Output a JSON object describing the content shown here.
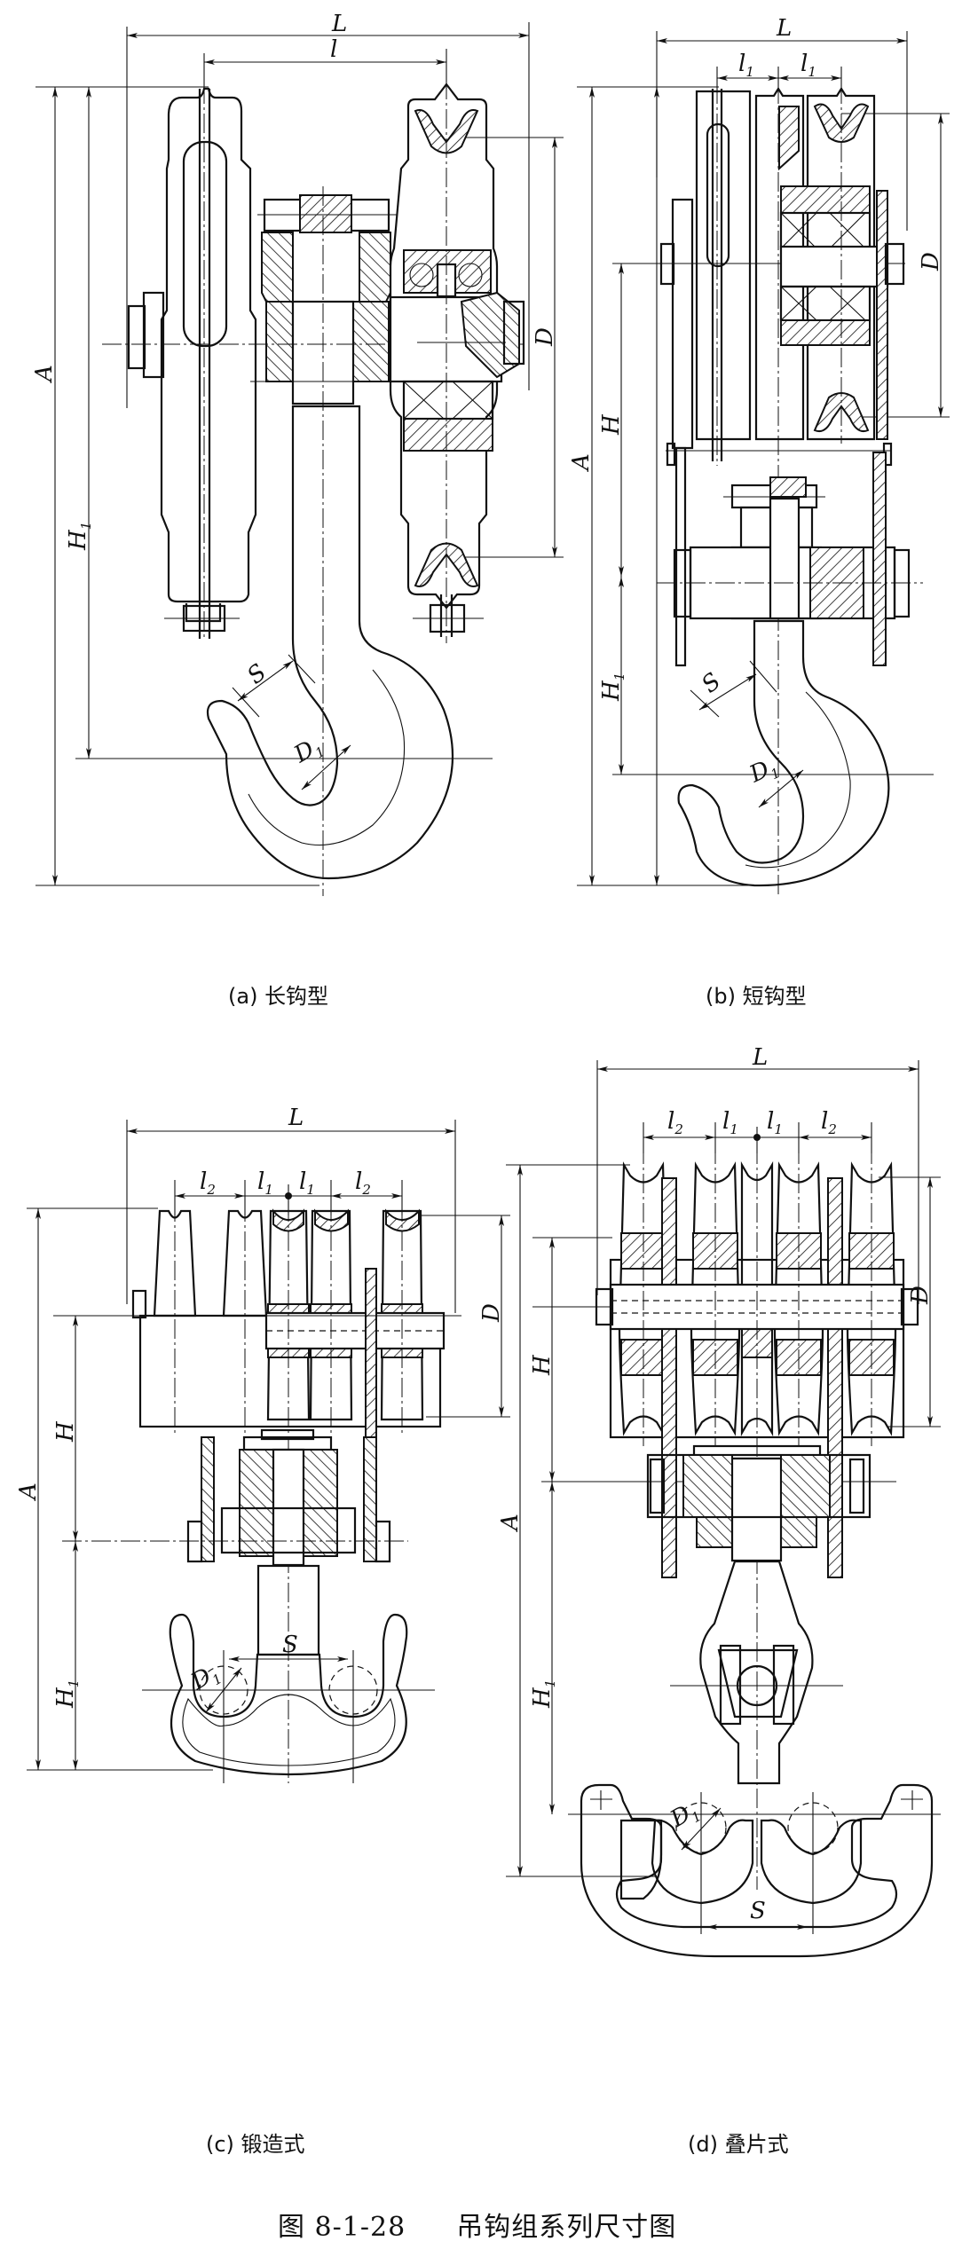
{
  "figure": {
    "number": "图 8-1-28",
    "title": "吊钩组系列尺寸图"
  },
  "subfigures": [
    {
      "id": "a",
      "label": "(a) 长钩型",
      "dimensions": {
        "L": "L",
        "l": "l",
        "A": "A",
        "H1": "H",
        "H1_sub": "1",
        "D": "D",
        "S": "S",
        "D1": "D",
        "D1_sub": "1"
      }
    },
    {
      "id": "b",
      "label": "(b) 短钩型",
      "dimensions": {
        "L": "L",
        "l1a": "l",
        "l1b": "l",
        "l_sub": "1",
        "A": "A",
        "H": "H",
        "H1": "H",
        "H1_sub": "1",
        "D": "D",
        "S": "S",
        "D1": "D",
        "D1_sub": "1"
      }
    },
    {
      "id": "c",
      "label": "(c) 锻造式",
      "dimensions": {
        "L": "L",
        "l2a": "l",
        "l1a": "l",
        "l1b": "l",
        "l2b": "l",
        "sub1": "1",
        "sub2": "2",
        "A": "A",
        "H": "H",
        "H1": "H",
        "H1_sub": "1",
        "D": "D",
        "S": "S",
        "D1": "D",
        "D1_sub": "1"
      }
    },
    {
      "id": "d",
      "label": "(d) 叠片式",
      "dimensions": {
        "L": "L",
        "l2a": "l",
        "l1a": "l",
        "l1b": "l",
        "l2b": "l",
        "sub1": "1",
        "sub2": "2",
        "A": "A",
        "H": "H",
        "H1": "H",
        "H1_sub": "1",
        "D": "D",
        "S": "S",
        "D1": "D",
        "D1_sub": "1"
      }
    }
  ]
}
